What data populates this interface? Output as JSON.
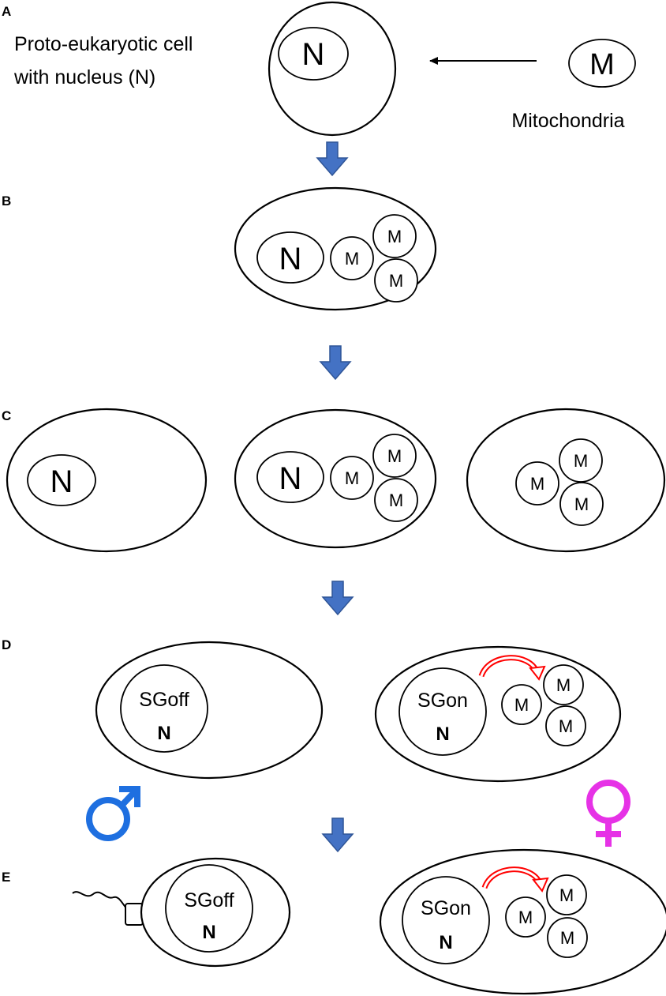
{
  "panels": {
    "a": {
      "label": "A",
      "cell_text_line1": "Proto-eukaryotic cell",
      "cell_text_line2": "with nucleus (N)",
      "nucleus": "N",
      "mito": "M",
      "mito_caption": "Mitochondria"
    },
    "b": {
      "label": "B",
      "nucleus": "N",
      "mito": "M"
    },
    "c": {
      "label": "C",
      "nucleus": "N",
      "mito": "M"
    },
    "d": {
      "label": "D",
      "sg_off": "SGoff",
      "sg_on": "SGon",
      "nucleus": "N",
      "mito": "M"
    },
    "e": {
      "label": "E",
      "sg_off": "SGoff",
      "sg_on": "SGon",
      "nucleus": "N",
      "mito": "M"
    }
  },
  "colors": {
    "flow_arrow": "#4472C4",
    "male_symbol": "#1E6FE0",
    "female_symbol": "#E632E6",
    "signal_arrow": "#FF0000"
  },
  "icons": [
    "male-symbol-icon",
    "female-symbol-icon",
    "flagellum-icon",
    "flow-arrow-icon",
    "signal-arrow-icon"
  ]
}
